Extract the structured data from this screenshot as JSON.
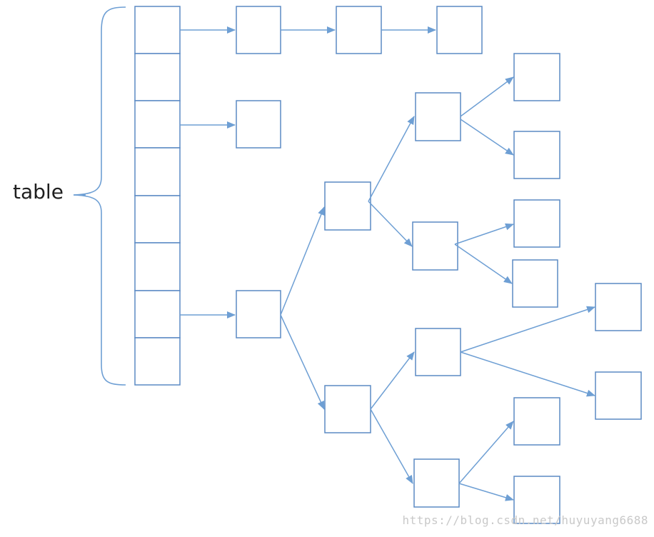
{
  "diagram": {
    "label": "table",
    "watermark": "https://blog.csdn.net/huyuyang6688",
    "colors": {
      "stroke": "#5b8ac4",
      "arrow": "#6e9fd4"
    },
    "table_slot_count": 8
  }
}
